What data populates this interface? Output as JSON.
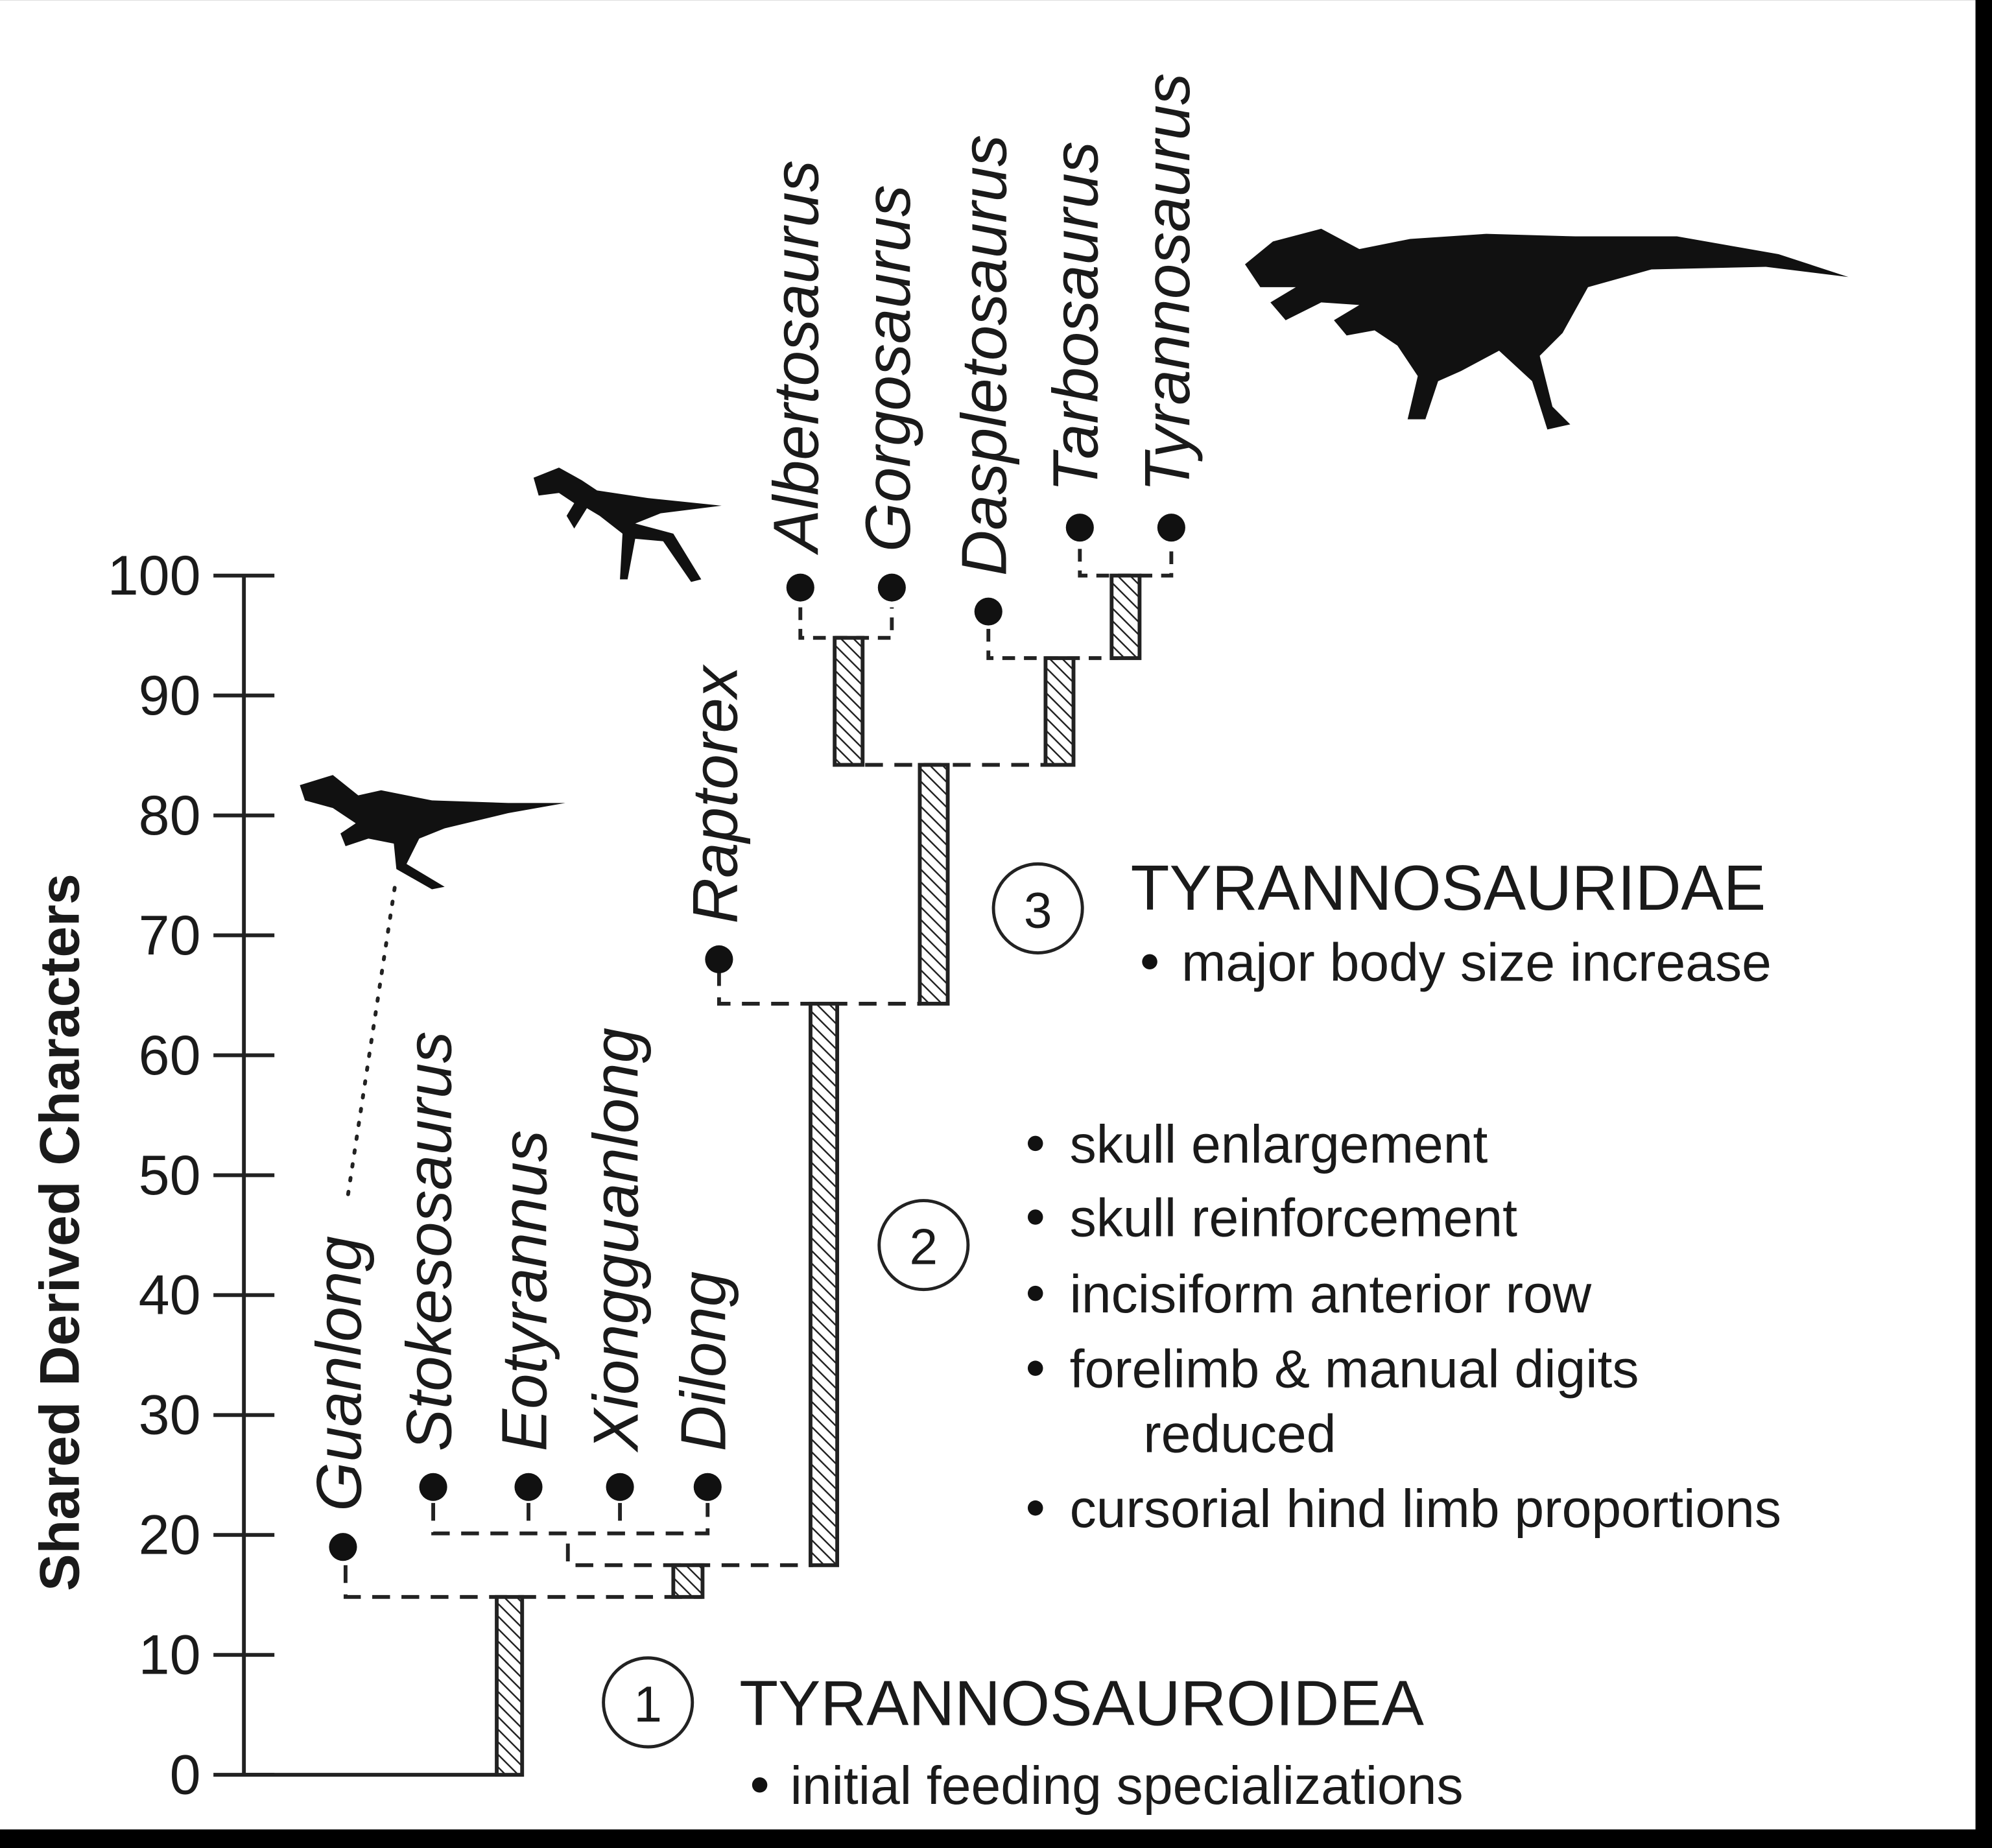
{
  "axis": {
    "label": "Shared Derived Characters",
    "ticks": [
      0,
      10,
      20,
      30,
      40,
      50,
      60,
      70,
      80,
      90,
      100
    ],
    "range": [
      0,
      100
    ]
  },
  "taxa": [
    {
      "name": "Guanlong",
      "value": 19
    },
    {
      "name": "Stokesosaurus",
      "value": 24
    },
    {
      "name": "Eotyrannus",
      "value": 24
    },
    {
      "name": "Xiongguanlong",
      "value": 24
    },
    {
      "name": "Dilong",
      "value": 24
    },
    {
      "name": "Raptorex",
      "value": 68
    },
    {
      "name": "Albertosaurus",
      "value": 99
    },
    {
      "name": "Gorgosaurus",
      "value": 99
    },
    {
      "name": "Daspletosaurus",
      "value": 97
    },
    {
      "name": "Tarbosaurus",
      "value": 104
    },
    {
      "name": "Tyrannosaurus",
      "value": 104
    }
  ],
  "nodes": {
    "node1": {
      "number": "1",
      "title": "TYRANNOSAUROIDEA",
      "characters": [
        "initial feeding specializations"
      ]
    },
    "node2": {
      "number": "2",
      "characters": [
        "skull enlargement",
        "skull reinforcement",
        "incisiform anterior row",
        "forelimb & manual digits",
        "reduced",
        "cursorial hind limb proportions"
      ]
    },
    "node3": {
      "number": "3",
      "title": "TYRANNOSAURIDAE",
      "characters": [
        "major body size increase"
      ]
    }
  },
  "colors": {
    "ink": "#1a1a1a",
    "background": "#ffffff",
    "border": "#000000"
  }
}
